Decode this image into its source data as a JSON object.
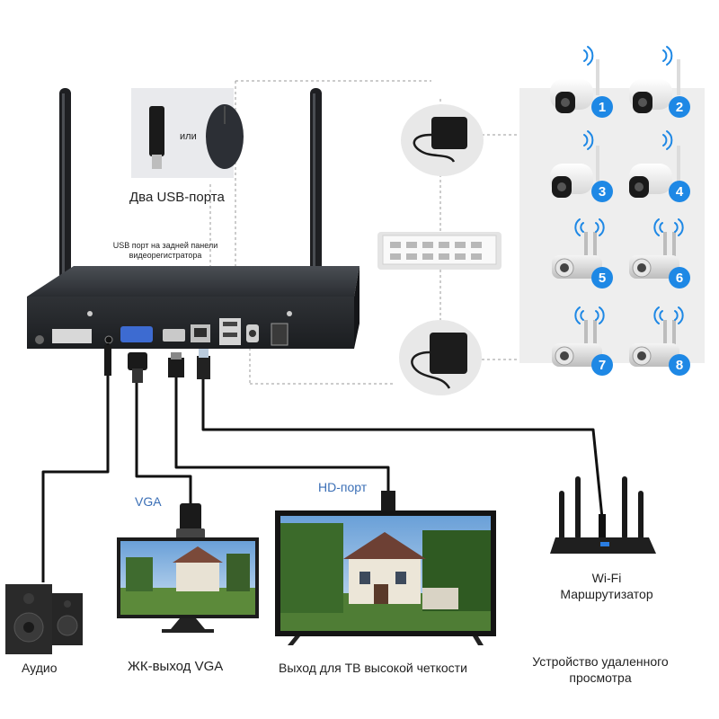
{
  "usb": {
    "or_label": "или",
    "caption": "Два USB-порта",
    "rear_note_line1": "USB порт на задней панели",
    "rear_note_line2": "видеорегистратора"
  },
  "cables": {
    "vga_label": "VGA",
    "hd_label": "HD-порт"
  },
  "router": {
    "line1": "Wi-Fi",
    "line2": "Маршрутизатор"
  },
  "outputs": {
    "audio": "Аудио",
    "vga_monitor": "ЖК-выход VGA",
    "tv": "Выход для ТВ высокой четкости",
    "remote_line1": "Устройство удаленного",
    "remote_line2": "просмотра"
  },
  "cameras": [
    {
      "number": "1",
      "style": "bullet-white"
    },
    {
      "number": "2",
      "style": "bullet-white"
    },
    {
      "number": "3",
      "style": "bullet-white"
    },
    {
      "number": "4",
      "style": "bullet-white"
    },
    {
      "number": "5",
      "style": "bullet-grey"
    },
    {
      "number": "6",
      "style": "bullet-grey"
    },
    {
      "number": "7",
      "style": "bullet-grey"
    },
    {
      "number": "8",
      "style": "bullet-grey"
    }
  ],
  "colors": {
    "accent_blue": "#1e88e5",
    "cable": "#111111",
    "dashed_line": "#9a9a9a",
    "nvr_body": "#26292d"
  },
  "icons": [
    "usb-dongle-icon",
    "mouse-icon",
    "power-adapter-icon",
    "power-strip-icon",
    "wifi-icon",
    "router-icon",
    "speaker-icon",
    "monitor-icon",
    "tv-icon"
  ]
}
